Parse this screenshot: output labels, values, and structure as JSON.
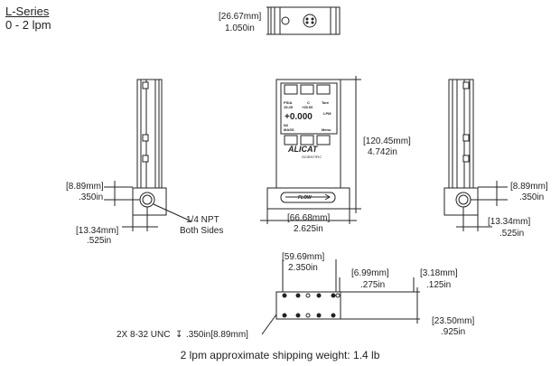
{
  "header": {
    "series": "L-Series",
    "range": "0 - 2 lpm"
  },
  "display": {
    "flow": "+0.000",
    "unit": "LPM",
    "row1_left": "PSIA",
    "row1_left_b": "15.45",
    "row1_mid": "C",
    "row1_mid_b": "+25.00",
    "row1_right": "Tare",
    "gas_label": "N2",
    "gas_mode": "MASS",
    "menu_label": "Menu"
  },
  "brand": {
    "logo": "ALICAT",
    "sub": "SCIENTIFIC"
  },
  "flow_label": "FLOW",
  "dimensions": {
    "top_depth_mm": "[26.67mm]",
    "top_depth_in": "1.050in",
    "height_mm": "[120.45mm]",
    "height_in": "4.742in",
    "width_mm": "[66.68mm]",
    "width_in": "2.625in",
    "left_port_mm": "[8.89mm]",
    "left_port_in": ".350in",
    "left_low_mm": "[13.34mm]",
    "left_low_in": ".525in",
    "right_port_mm": "[8.89mm]",
    "right_port_in": ".350in",
    "right_low_mm": "[13.34mm]",
    "right_low_in": ".525in",
    "base_span_mm": "[59.69mm]",
    "base_span_in": "2.350in",
    "base_hole_mm": "[6.99mm]",
    "base_hole_in": ".275in",
    "base_edge_mm": "[3.18mm]",
    "base_edge_in": ".125in",
    "base_depth_mm": "[23.50mm]",
    "base_depth_in": ".925in"
  },
  "notes": {
    "npt_line1": "1/4 NPT",
    "npt_line2": "Both Sides",
    "thread": "2X 8-32 UNC",
    "depth_symbol": "↧",
    "thread_depth": ".350in[8.89mm]"
  },
  "footer": {
    "weight": "2 lpm approximate shipping weight: 1.4 lb"
  }
}
